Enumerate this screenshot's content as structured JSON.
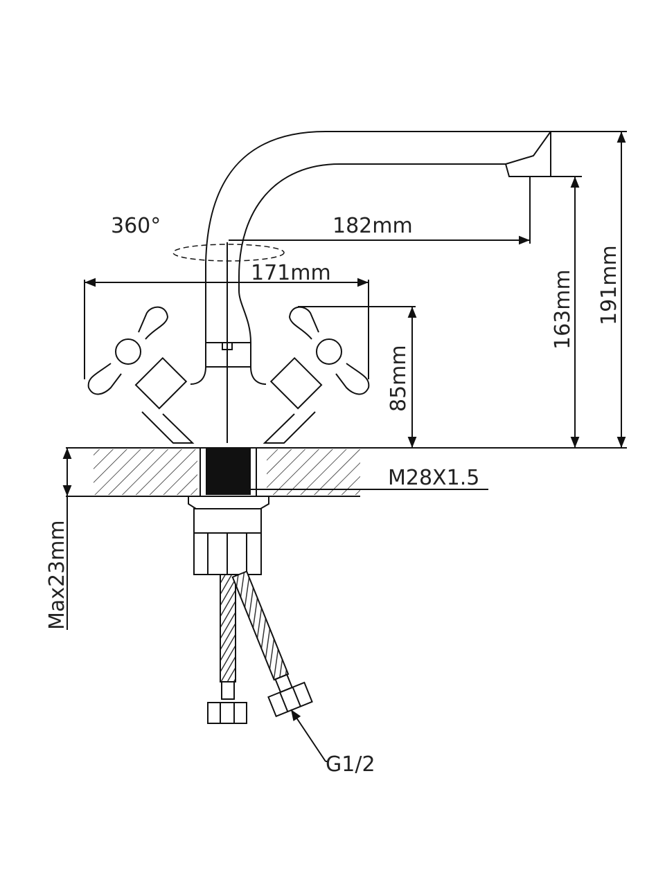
{
  "drawing": {
    "rotation_label": "360°",
    "dimensions": {
      "spout_reach": "182mm",
      "handle_span": "171mm",
      "handle_height": "85mm",
      "spout_height": "163mm",
      "total_height": "191mm",
      "max_deck_thickness": "Max23mm",
      "thread": "M28X1.5",
      "hose_connection": "G1/2"
    }
  }
}
